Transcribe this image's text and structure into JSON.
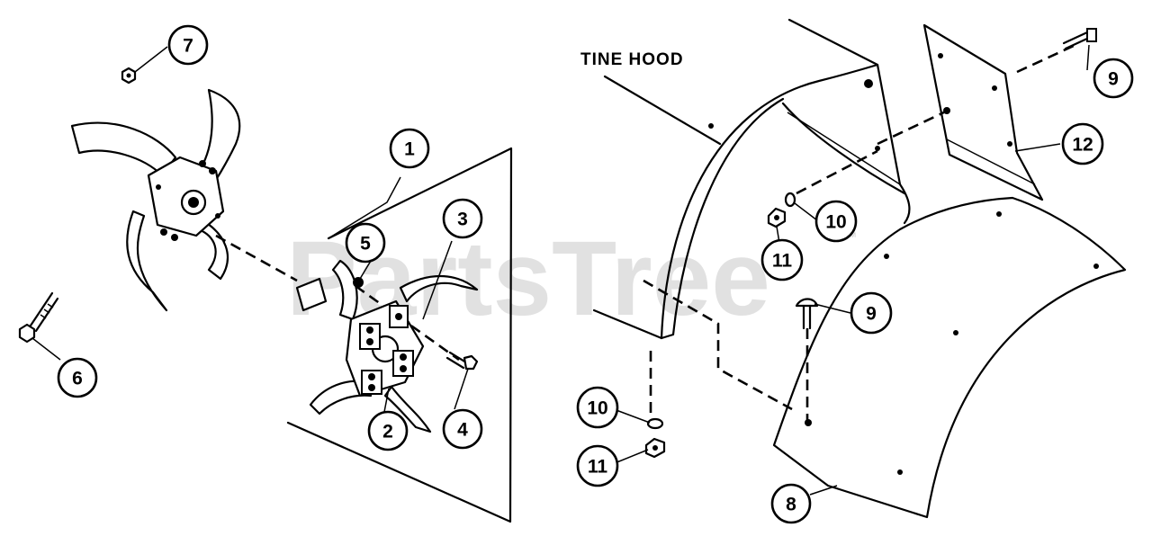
{
  "diagram": {
    "labels": {
      "tine_hood": "TINE HOOD"
    },
    "watermark": "PartsTree",
    "watermark_tm": "™",
    "callouts": [
      "7",
      "1",
      "3",
      "5",
      "6",
      "2",
      "4",
      "12",
      "9",
      "10",
      "11",
      "9",
      "10",
      "11",
      "8"
    ]
  }
}
